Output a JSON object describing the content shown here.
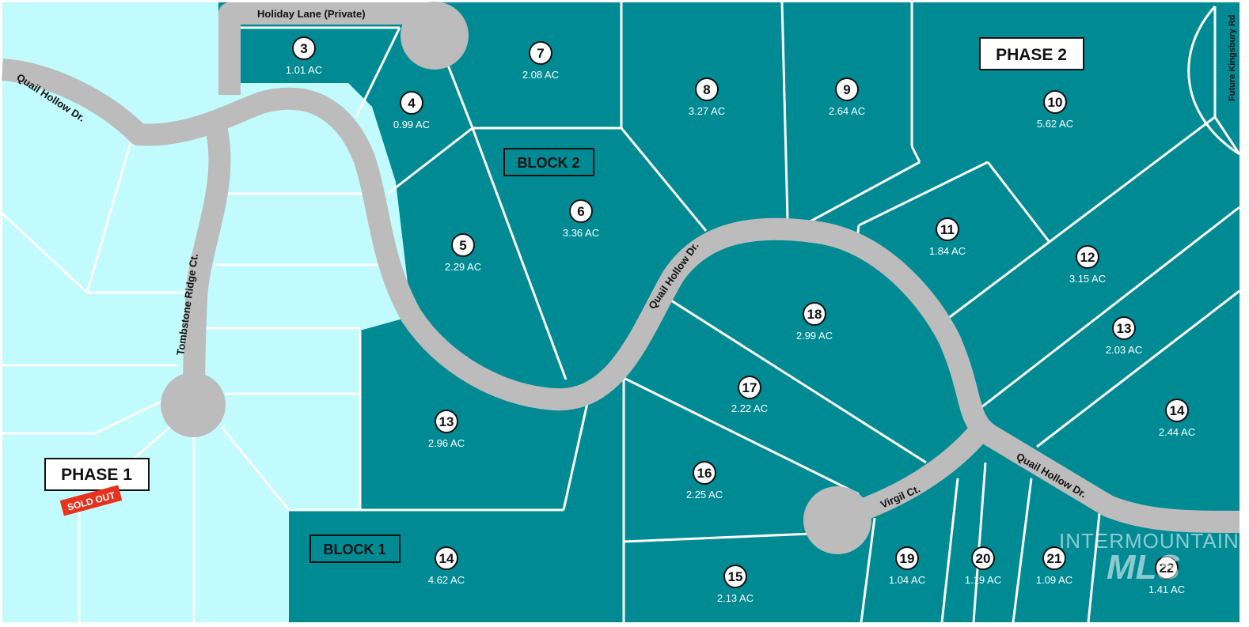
{
  "colors": {
    "available_lot": "#008b94",
    "sold_area": "#c2fbfd",
    "road": "#bcbcbc",
    "lot_line": "#ffffff",
    "sold_badge": "#e8321e"
  },
  "streets": {
    "holiday_lane": "Holiday Lane (Private)",
    "quail_hollow_west": "Quail Hollow Dr.",
    "quail_hollow_center": "Quail Hollow Dr.",
    "quail_hollow_east": "Quail Hollow Dr.",
    "tombstone_ridge": "Tombstone Ridge Ct.",
    "virgil": "Virgil Ct.",
    "future_kingsbury": "Future Kingsbury Rd"
  },
  "labels": {
    "phase1": "PHASE 1",
    "phase2": "PHASE 2",
    "sold_out": "SOLD OUT",
    "block1": "BLOCK 1",
    "block2": "BLOCK 2"
  },
  "watermark": {
    "line1": "INTERMOUNTAIN",
    "line2": "MLS"
  },
  "lots": [
    {
      "id": "3",
      "number": "3",
      "acres": "1.01 AC"
    },
    {
      "id": "4",
      "number": "4",
      "acres": "0.99 AC"
    },
    {
      "id": "7",
      "number": "7",
      "acres": "2.08 AC"
    },
    {
      "id": "8",
      "number": "8",
      "acres": "3.27 AC"
    },
    {
      "id": "9",
      "number": "9",
      "acres": "2.64 AC"
    },
    {
      "id": "10",
      "number": "10",
      "acres": "5.62 AC"
    },
    {
      "id": "6",
      "number": "6",
      "acres": "3.36 AC"
    },
    {
      "id": "5",
      "number": "5",
      "acres": "2.29 AC"
    },
    {
      "id": "11",
      "number": "11",
      "acres": "1.84 AC"
    },
    {
      "id": "12",
      "number": "12",
      "acres": "3.15 AC"
    },
    {
      "id": "13b2",
      "number": "13",
      "acres": "2.03 AC"
    },
    {
      "id": "18",
      "number": "18",
      "acres": "2.99 AC"
    },
    {
      "id": "17",
      "number": "17",
      "acres": "2.22 AC"
    },
    {
      "id": "14b2",
      "number": "14",
      "acres": "2.44 AC"
    },
    {
      "id": "13b1",
      "number": "13",
      "acres": "2.96 AC"
    },
    {
      "id": "16",
      "number": "16",
      "acres": "2.25 AC"
    },
    {
      "id": "14b1",
      "number": "14",
      "acres": "4.62 AC"
    },
    {
      "id": "15",
      "number": "15",
      "acres": "2.13 AC"
    },
    {
      "id": "19",
      "number": "19",
      "acres": "1.04 AC"
    },
    {
      "id": "20",
      "number": "20",
      "acres": "1.19 AC"
    },
    {
      "id": "21",
      "number": "21",
      "acres": "1.09 AC"
    },
    {
      "id": "22",
      "number": "22",
      "acres": "1.41 AC"
    }
  ]
}
